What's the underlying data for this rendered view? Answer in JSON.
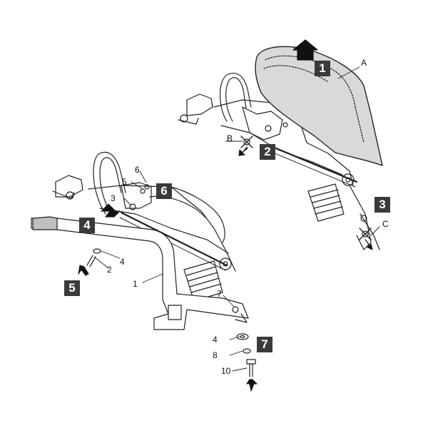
{
  "steps": [
    "1",
    "2",
    "3",
    "4",
    "5",
    "6",
    "7"
  ],
  "letters": {
    "a": "A",
    "b": "B",
    "c": "C"
  },
  "parts": {
    "p1": "1",
    "p2": "2",
    "p3": "3",
    "p4_top": "4",
    "p4_bottom": "4",
    "p5": "5",
    "p6": "6",
    "p7": "7",
    "p8": "8",
    "p10": "10"
  },
  "colors": {
    "line": "#222222",
    "seat_fill": "#d9d9d9",
    "box_fill": "#3a3a3a",
    "box_text": "#ffffff"
  }
}
